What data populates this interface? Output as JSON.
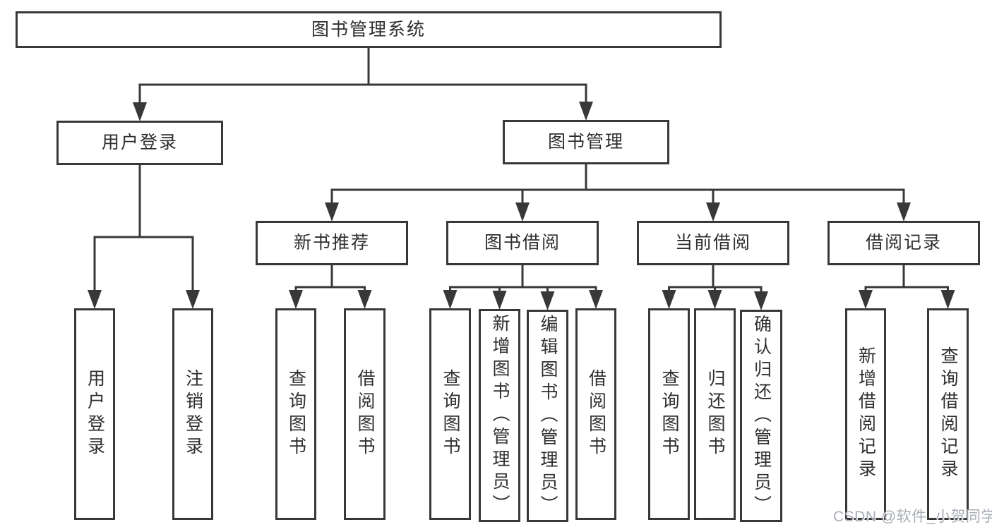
{
  "diagram": {
    "title": "图书管理系统",
    "nodes": {
      "root": "图书管理系统",
      "user-login": "用户登录",
      "book-mgmt": "图书管理",
      "new-book-rec": "新书推荐",
      "book-borrow": "图书借阅",
      "current-borrow": "当前借阅",
      "borrow-records": "借阅记录",
      "ul-1": "用户登录",
      "ul-2": "注销登录",
      "nb-1": "查询图书",
      "nb-2": "借阅图书",
      "bb-1": "查询图书",
      "bb-2": "新增图书（管理员）",
      "bb-3": "编辑图书（管理员）",
      "bb-4": "借阅图书",
      "cb-1": "查询图书",
      "cb-2": "归还图书",
      "cb-3": "确认归还（管理员）",
      "br-1": "新增借阅记录",
      "br-2": "查询借阅记录"
    },
    "edges": [
      {
        "from": "root",
        "to": [
          "user-login",
          "book-mgmt"
        ]
      },
      {
        "from": "user-login",
        "to": [
          "ul-1",
          "ul-2"
        ]
      },
      {
        "from": "book-mgmt",
        "to": [
          "new-book-rec",
          "book-borrow",
          "current-borrow",
          "borrow-records"
        ]
      },
      {
        "from": "new-book-rec",
        "to": [
          "nb-1",
          "nb-2"
        ]
      },
      {
        "from": "book-borrow",
        "to": [
          "bb-1",
          "bb-2",
          "bb-3",
          "bb-4"
        ]
      },
      {
        "from": "current-borrow",
        "to": [
          "cb-1",
          "cb-2",
          "cb-3"
        ]
      },
      {
        "from": "borrow-records",
        "to": [
          "br-1",
          "br-2"
        ]
      }
    ]
  },
  "watermark": {
    "text": "CSDN @软件_小贺同学"
  },
  "colors": {
    "line": "#383838",
    "box_border": "#383838",
    "text": "#2f2f2f",
    "background": "#ffffff",
    "watermark": "#a8adb5"
  }
}
